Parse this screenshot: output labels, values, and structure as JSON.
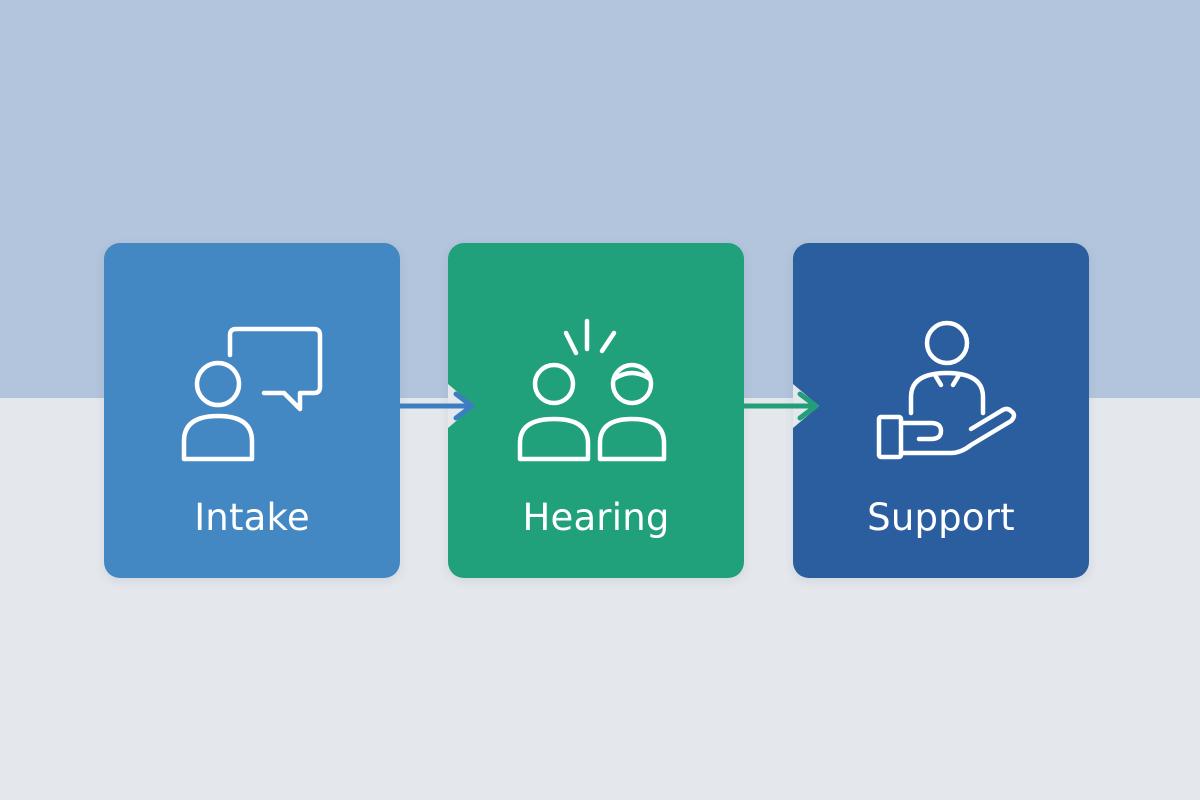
{
  "steps": [
    {
      "label": "Intake",
      "icon": "person-speech-bubble-icon",
      "color": "#4387c3"
    },
    {
      "label": "Hearing",
      "icon": "two-people-icon",
      "color": "#21a07c"
    },
    {
      "label": "Support",
      "icon": "hand-holding-person-icon",
      "color": "#2b5e9f"
    }
  ],
  "colors": {
    "background_top": "#b3c5dc",
    "background_bottom": "#e4e8ed",
    "arrow_blue": "#3c7fc0",
    "arrow_green": "#229e78"
  }
}
